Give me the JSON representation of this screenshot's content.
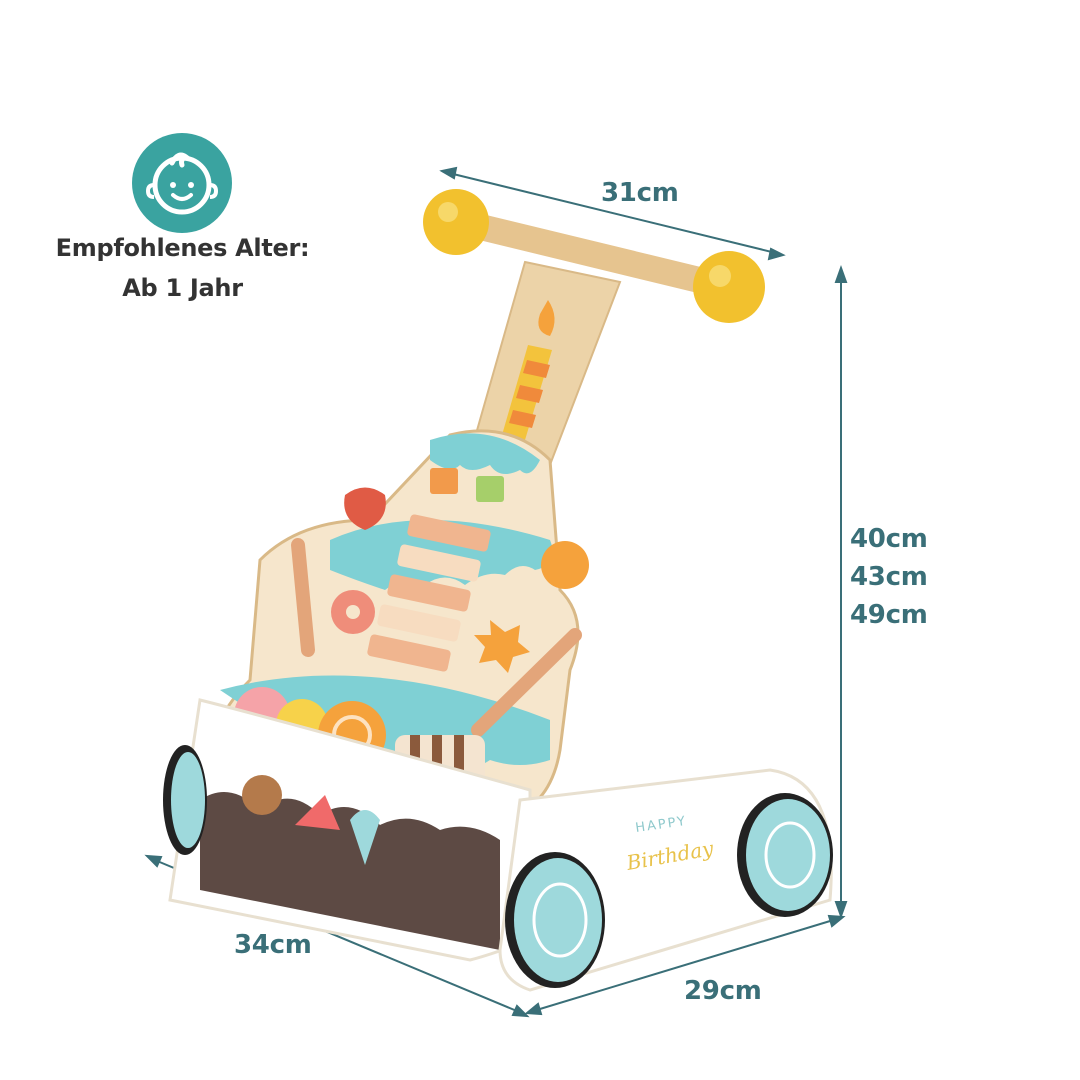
{
  "age": {
    "icon": "baby-face-icon",
    "label_line1": "Empfohlenes Alter:",
    "label_line2": "Ab 1 Jahr"
  },
  "dimensions": {
    "handle_width": "31cm",
    "depth": "34cm",
    "side_length": "29cm",
    "heights": [
      "40cm",
      "43cm",
      "49cm"
    ]
  },
  "product_print": {
    "line1": "HAPPY",
    "line2": "Birthday"
  },
  "colors": {
    "accent_teal": "#3aa3a0",
    "dimension_text": "#3a6f78",
    "handle_knob": "#f2c12e",
    "wood": "#ecd3a8",
    "wheel": "#9ed9dc"
  }
}
